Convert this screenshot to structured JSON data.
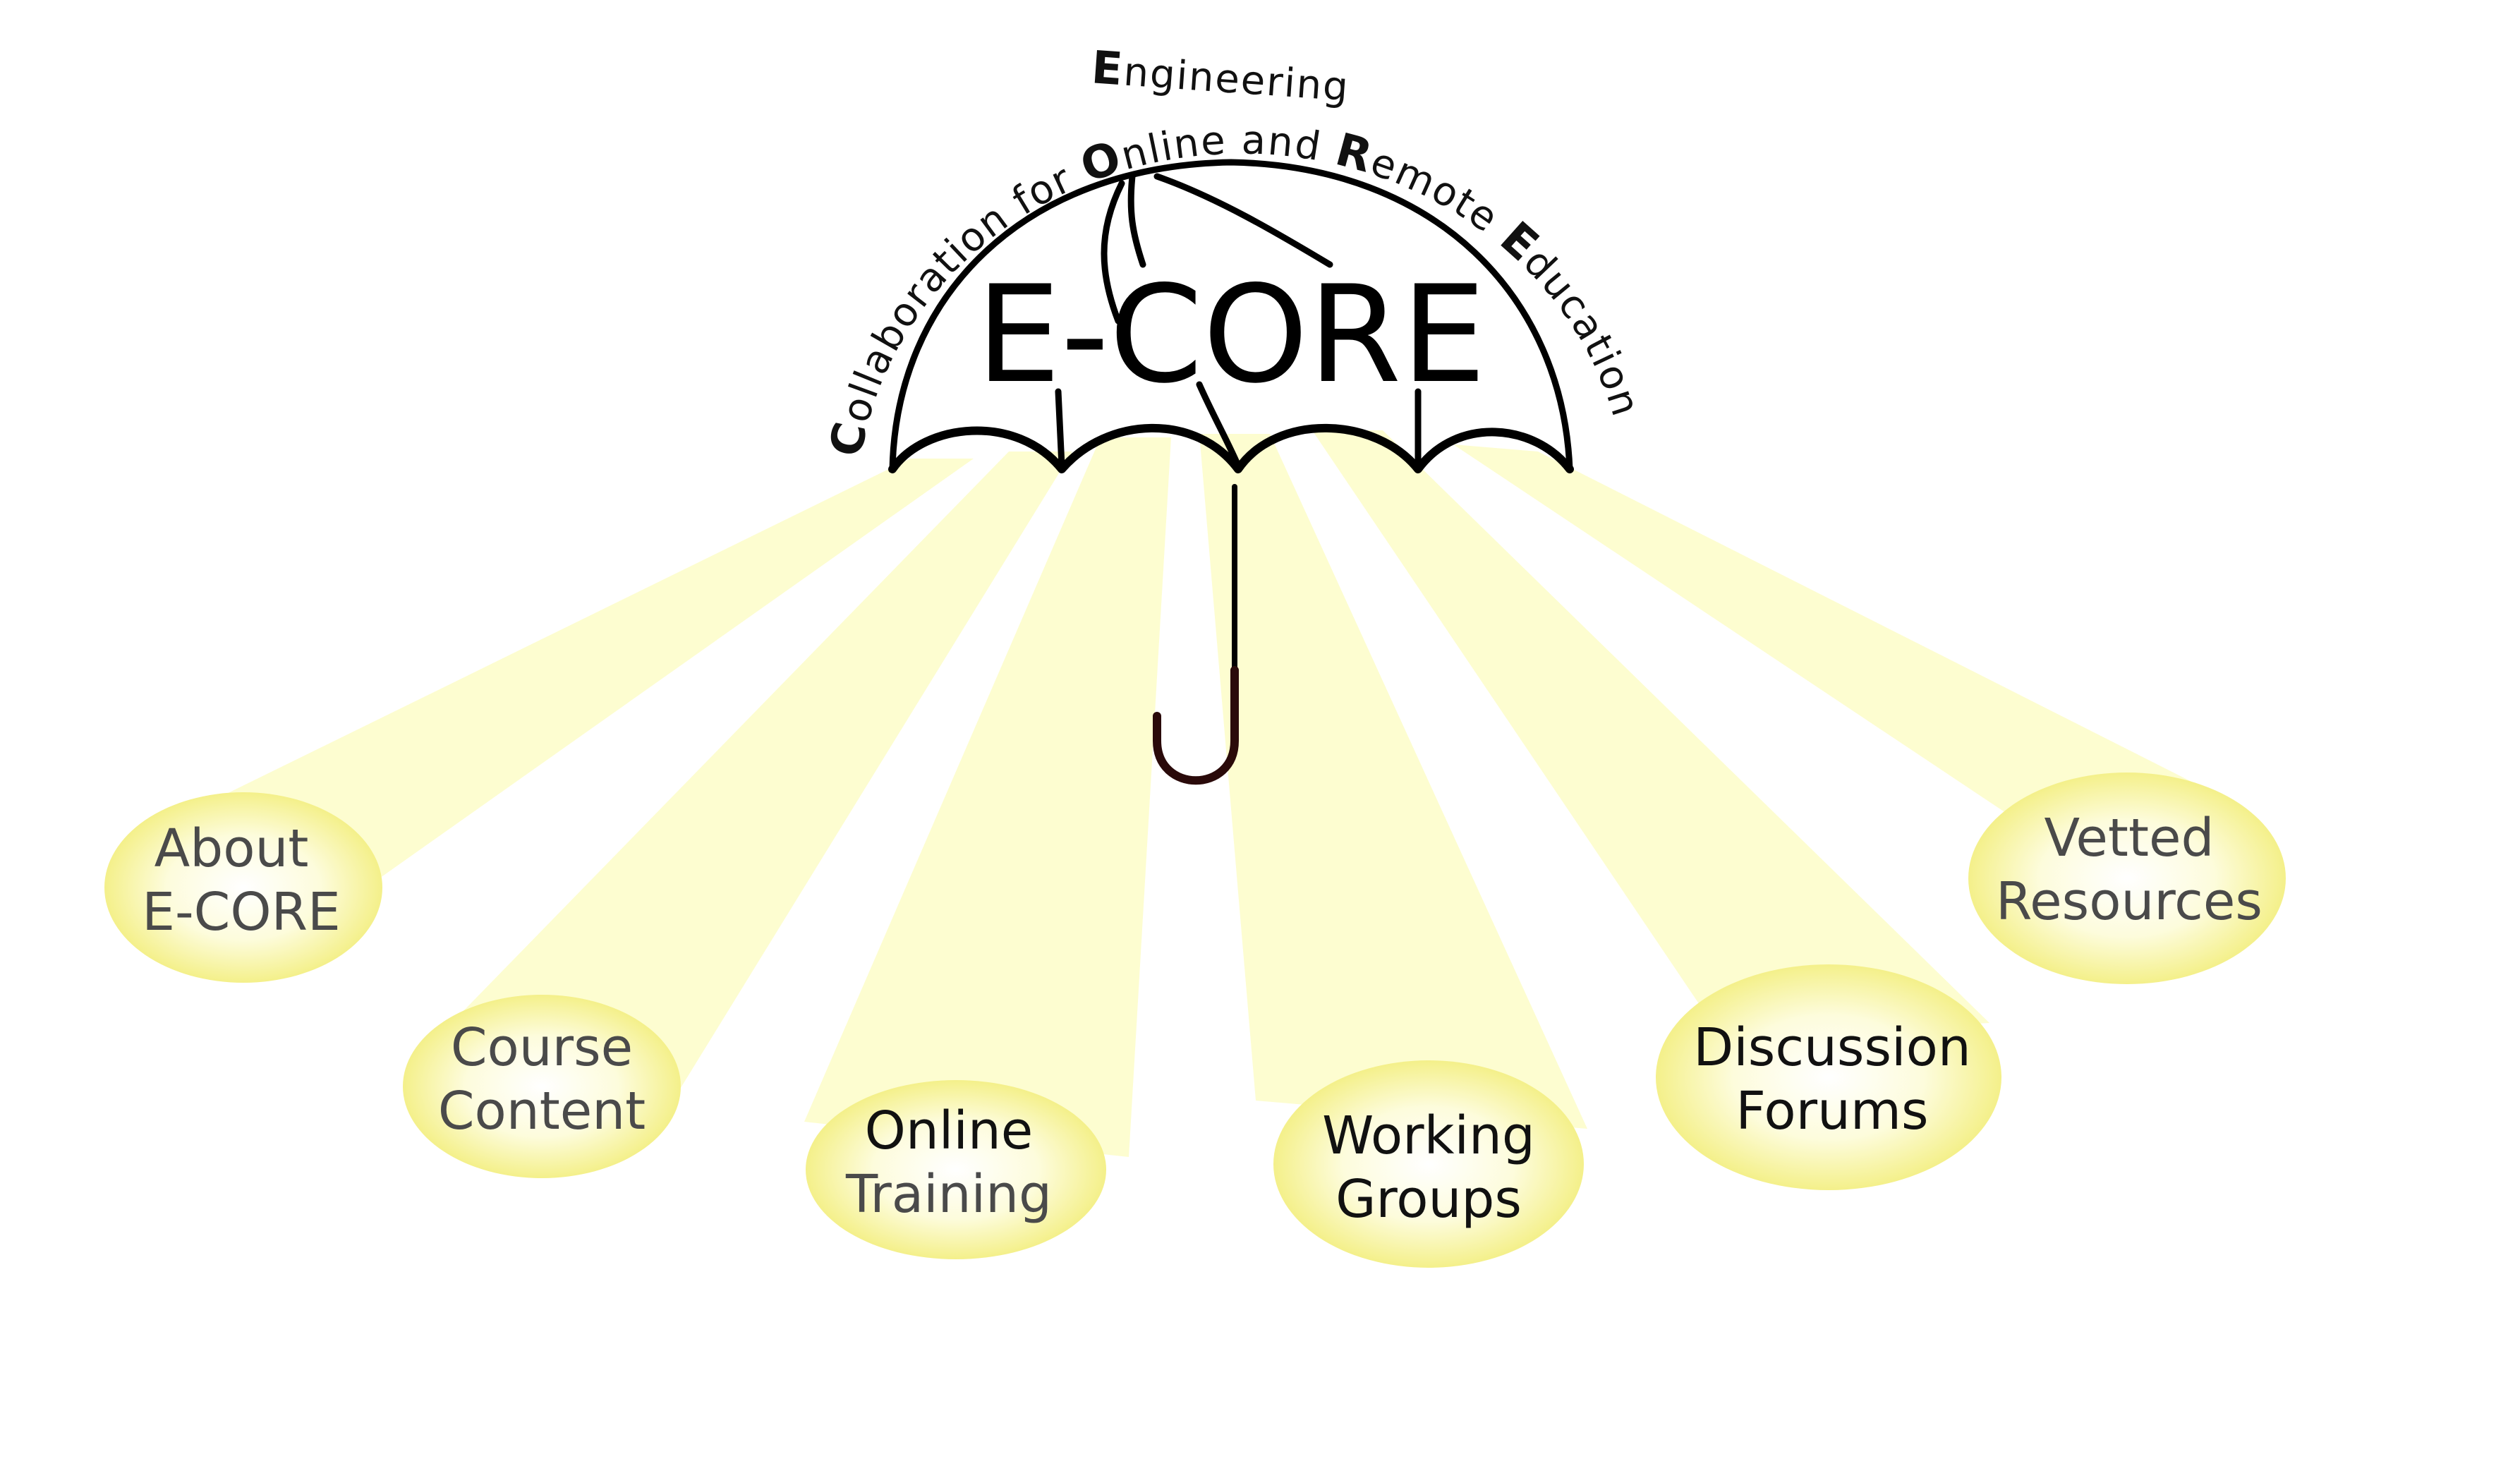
{
  "header": {
    "title": "E-CORE",
    "subtitle_line_top": {
      "cap": "E",
      "rest": "ngineering"
    },
    "subtitle_line_arc": [
      {
        "cap": "C",
        "rest": "ollaboration for "
      },
      {
        "cap": "O",
        "rest": "nline and "
      },
      {
        "cap": "R",
        "rest": "emote "
      },
      {
        "cap": "E",
        "rest": "ducation"
      }
    ]
  },
  "icons": {
    "umbrella": "umbrella-icon"
  },
  "colors": {
    "beam": "#fdfdc8",
    "bubble_edge": "#f5f290",
    "bubble_center": "#ffffff",
    "umbrella_stroke": "#000000",
    "handle": "#2a0a0a"
  },
  "nodes": [
    {
      "id": "about",
      "line1": "About",
      "line2": "E-CORE",
      "tone": "grey"
    },
    {
      "id": "course",
      "line1": "Course",
      "line2": "Content",
      "tone": "grey"
    },
    {
      "id": "training",
      "line1": "Online",
      "line2": "Training",
      "tone": "mixed"
    },
    {
      "id": "groups",
      "line1": "Working",
      "line2": "Groups",
      "tone": "dark"
    },
    {
      "id": "forums",
      "line1": "Discussion",
      "line2": "Forums",
      "tone": "dark"
    },
    {
      "id": "resources",
      "line1": "Vetted",
      "line2": "Resources",
      "tone": "grey"
    }
  ]
}
